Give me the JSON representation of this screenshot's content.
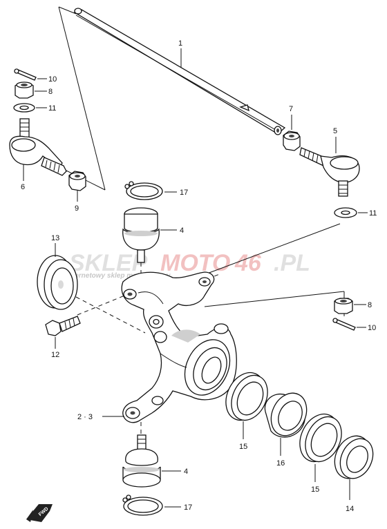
{
  "watermark": {
    "brand_part1": "SKLEP",
    "brand_part2": "MOTO",
    "brand_part3": "46",
    "brand_part4": ".PL",
    "tagline": "internetowy sklep motocyklowy",
    "color_gray": "#c8c8c8",
    "color_red": "#e89090"
  },
  "callouts": {
    "p1": "1",
    "p2_3": "2 · 3",
    "p4_top": "4",
    "p4_bottom": "4",
    "p5": "5",
    "p6": "6",
    "p7": "7",
    "p8_left": "8",
    "p8_right": "8",
    "p9": "9",
    "p10_left": "10",
    "p10_right": "10",
    "p11_left": "11",
    "p11_right": "11",
    "p12": "12",
    "p13": "13",
    "p14": "14",
    "p15_a": "15",
    "p15_b": "15",
    "p16": "16",
    "p17_top": "17",
    "p17_bottom": "17"
  },
  "fwd_badge": "FWD"
}
